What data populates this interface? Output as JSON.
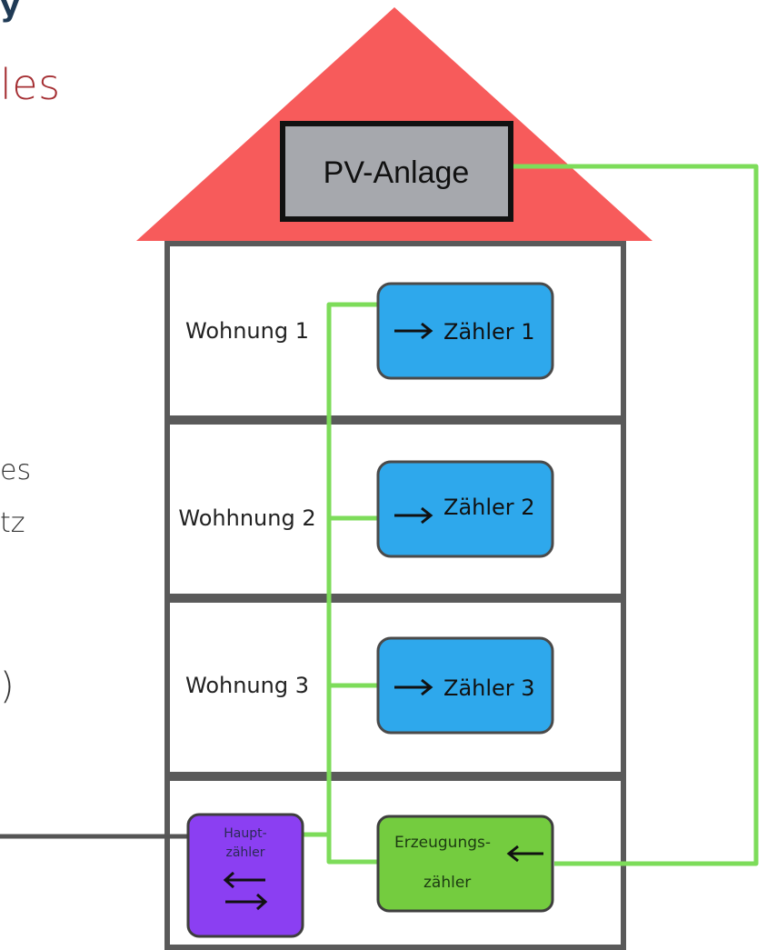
{
  "slide_fragments": {
    "title_partial": "les",
    "line1_partial": "es",
    "line2_partial": "tz",
    "corner_partial": "y",
    "paren_partial": ")"
  },
  "diagram": {
    "pv_label": "PV-Anlage",
    "apartments": [
      {
        "label": "Wohnung 1",
        "meter": "Zähler 1"
      },
      {
        "label": "Wohhnung 2",
        "meter": "Zähler 2"
      },
      {
        "label": "Wohnung 3",
        "meter": "Zähler 3"
      }
    ],
    "main_meter": {
      "line1": "Haupt-",
      "line2": "zähler"
    },
    "generation_meter": {
      "line1": "Erzeugungs-",
      "line2": "zähler"
    }
  },
  "colors": {
    "roof": "#f75b5b",
    "wire": "#7ddc5a",
    "meter_blue": "#2ea8ec",
    "main_meter": "#8b3ff2",
    "generation_meter": "#74cc3f",
    "pv_box": "#a6a8ad",
    "title_red": "#a52f33"
  },
  "icons": [
    "arrow-right-icon",
    "arrow-left-icon",
    "bidirectional-arrows-icon"
  ]
}
